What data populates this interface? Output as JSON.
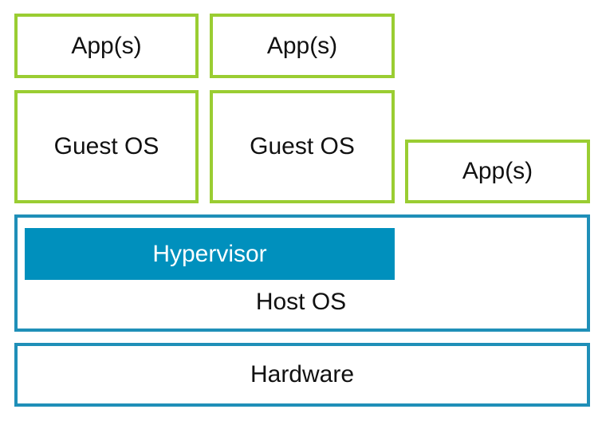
{
  "diagram": {
    "vm1": {
      "app_label": "App(s)",
      "guest_os_label": "Guest OS"
    },
    "vm2": {
      "app_label": "App(s)",
      "guest_os_label": "Guest OS"
    },
    "native_app": {
      "label": "App(s)"
    },
    "host_os": {
      "hypervisor_label": "Hypervisor",
      "label": "Host OS"
    },
    "hardware": {
      "label": "Hardware"
    },
    "colors": {
      "vm_border": "#9acd32",
      "host_border": "#1f8fb8",
      "hypervisor_fill": "#0090bd",
      "hypervisor_text": "#ffffff"
    }
  }
}
